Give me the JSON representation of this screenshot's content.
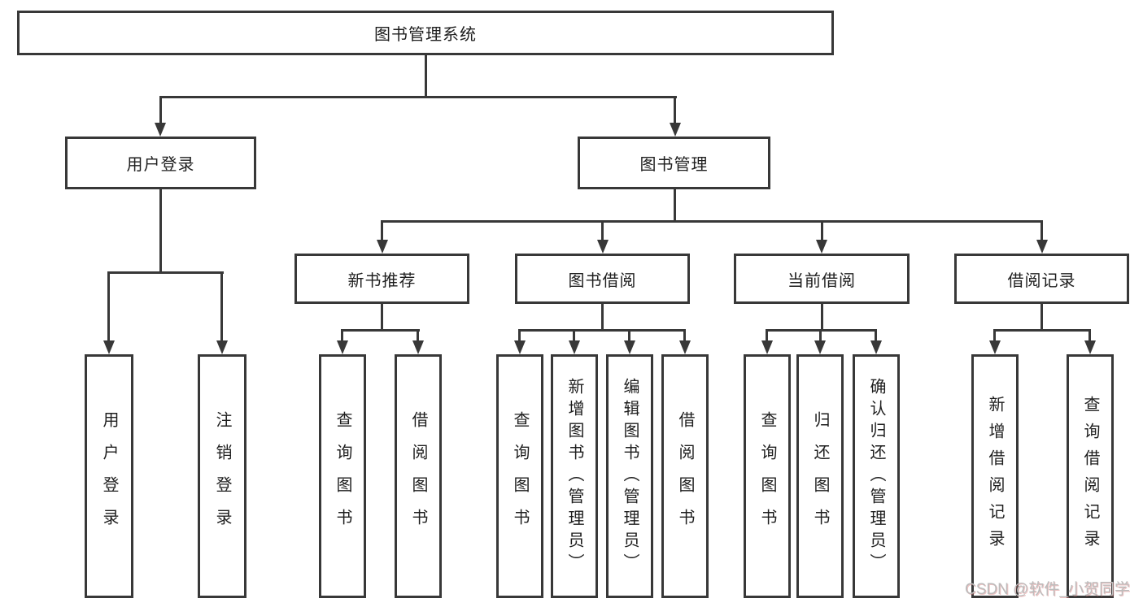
{
  "diagram": {
    "title": "图书管理系统",
    "branches": {
      "user_login": {
        "label": "用户登录",
        "children": [
          "用户登录",
          "注销登录"
        ]
      },
      "book_mgmt": {
        "label": "图书管理",
        "children": {
          "new_book_rec": {
            "label": "新书推荐",
            "children": [
              "查询图书",
              "借阅图书"
            ]
          },
          "book_borrow": {
            "label": "图书借阅",
            "children": [
              "查询图书",
              "新增图书（管理员）",
              "编辑图书（管理员）",
              "借阅图书"
            ]
          },
          "current_borrow": {
            "label": "当前借阅",
            "children": [
              "查询图书",
              "归还图书",
              "确认归还（管理员）"
            ]
          },
          "borrow_record": {
            "label": "借阅记录",
            "children": [
              "新增借阅记录",
              "查询借阅记录"
            ]
          }
        }
      }
    },
    "watermark": "CSDN @软件_小贺同学",
    "colors": {
      "line": "#383838",
      "box_border": "#383838",
      "box_fill": "#ffffff",
      "text": "#1e1e1e",
      "background": "#ffffff",
      "watermark": "#bcbcbc"
    }
  }
}
